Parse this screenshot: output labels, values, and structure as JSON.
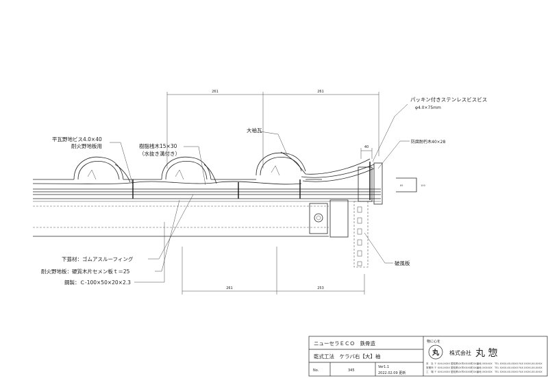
{
  "dimensions": {
    "top_left": "261",
    "top_right": "261",
    "overhang": "40",
    "bottom_left": "261",
    "bottom_right": "253",
    "right_box_1": "65",
    "right_box_2": "100"
  },
  "callouts": {
    "packing_screw_line1": "パッキン付きステンレスビスビス",
    "packing_screw_line2": "φ4.0×75mm",
    "onisode": "大袖瓦",
    "lumber": "防腐耐朽木40×28",
    "screw_line1": "平瓦野地ビス4.0×40",
    "screw_line2": "耐火野地板用",
    "resin_line1": "樹脂桟木15×30",
    "resin_line2": "（水抜き溝付き）",
    "underlay": "下葺材：ゴムアスルーフィング",
    "fire_board": "耐火野地板：硬質木片セメン板ｔ＝25",
    "steel": "鋼製：Ｃ-100×50×20×2.3",
    "fascia": "破風板"
  },
  "title_block": {
    "project": "ニューセラＥＣＯ　鉄骨造",
    "method": "乾式工法　ケラバ右【大】袖",
    "no_label": "No.",
    "no_value": "345",
    "ver": "Ver1.1",
    "date": "2022.02.09 更新",
    "slogan": "物に心を",
    "logo": "丸",
    "company_prefix": "株式会社",
    "company": "丸 惣",
    "addr1": "本　社 〒 XXX-XXXX 愛知県XX市XXXX町XX番地 XXXXXX",
    "addr2": "営業所 〒 XXX-XXXX 愛知県XX市XXXX町XX番地 XXXXXX",
    "addr3": "工　場 〒 XXX-XXXX 愛知県XX市XXXX町XX番地 XXXXXX",
    "tel1": "TEL XXXX-XX-XXXX FAX XXXX-XX-XXXX",
    "tel2": "TEL XXXX-XX-XXXX FAX XXXX-XX-XXXX",
    "tel3": "TEL XXXX-XX-XXXX FAX XXXX-XX-XXXX"
  }
}
